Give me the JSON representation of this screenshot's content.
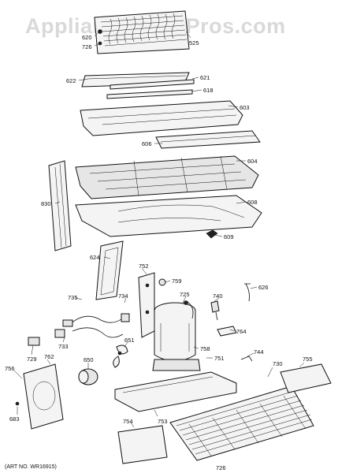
{
  "watermark": "AppliancePartsPros.com",
  "art_no": "(ART NO. WR16915)",
  "callouts": [
    {
      "id": "c620",
      "text": "620"
    },
    {
      "id": "c726a",
      "text": "726"
    },
    {
      "id": "c525",
      "text": "525"
    },
    {
      "id": "c622",
      "text": "622"
    },
    {
      "id": "c621",
      "text": "621"
    },
    {
      "id": "c618",
      "text": "618"
    },
    {
      "id": "c603",
      "text": "603"
    },
    {
      "id": "c606",
      "text": "606"
    },
    {
      "id": "c604",
      "text": "604"
    },
    {
      "id": "c830",
      "text": "830"
    },
    {
      "id": "c608",
      "text": "608"
    },
    {
      "id": "c609",
      "text": "609"
    },
    {
      "id": "c624",
      "text": "624"
    },
    {
      "id": "c752",
      "text": "752"
    },
    {
      "id": "c759",
      "text": "759"
    },
    {
      "id": "c626",
      "text": "626"
    },
    {
      "id": "c725",
      "text": "725"
    },
    {
      "id": "c740",
      "text": "740"
    },
    {
      "id": "c735",
      "text": "735"
    },
    {
      "id": "c734",
      "text": "734"
    },
    {
      "id": "c764",
      "text": "764"
    },
    {
      "id": "c733",
      "text": "733"
    },
    {
      "id": "c651",
      "text": "651"
    },
    {
      "id": "c758",
      "text": "758"
    },
    {
      "id": "c744",
      "text": "744"
    },
    {
      "id": "c729",
      "text": "729"
    },
    {
      "id": "c762",
      "text": "762"
    },
    {
      "id": "c650",
      "text": "650"
    },
    {
      "id": "c751",
      "text": "751"
    },
    {
      "id": "c730",
      "text": "730"
    },
    {
      "id": "c755",
      "text": "755"
    },
    {
      "id": "c756",
      "text": "756"
    },
    {
      "id": "c683",
      "text": "683"
    },
    {
      "id": "c754",
      "text": "754"
    },
    {
      "id": "c753",
      "text": "753"
    },
    {
      "id": "c726b",
      "text": "726"
    }
  ]
}
